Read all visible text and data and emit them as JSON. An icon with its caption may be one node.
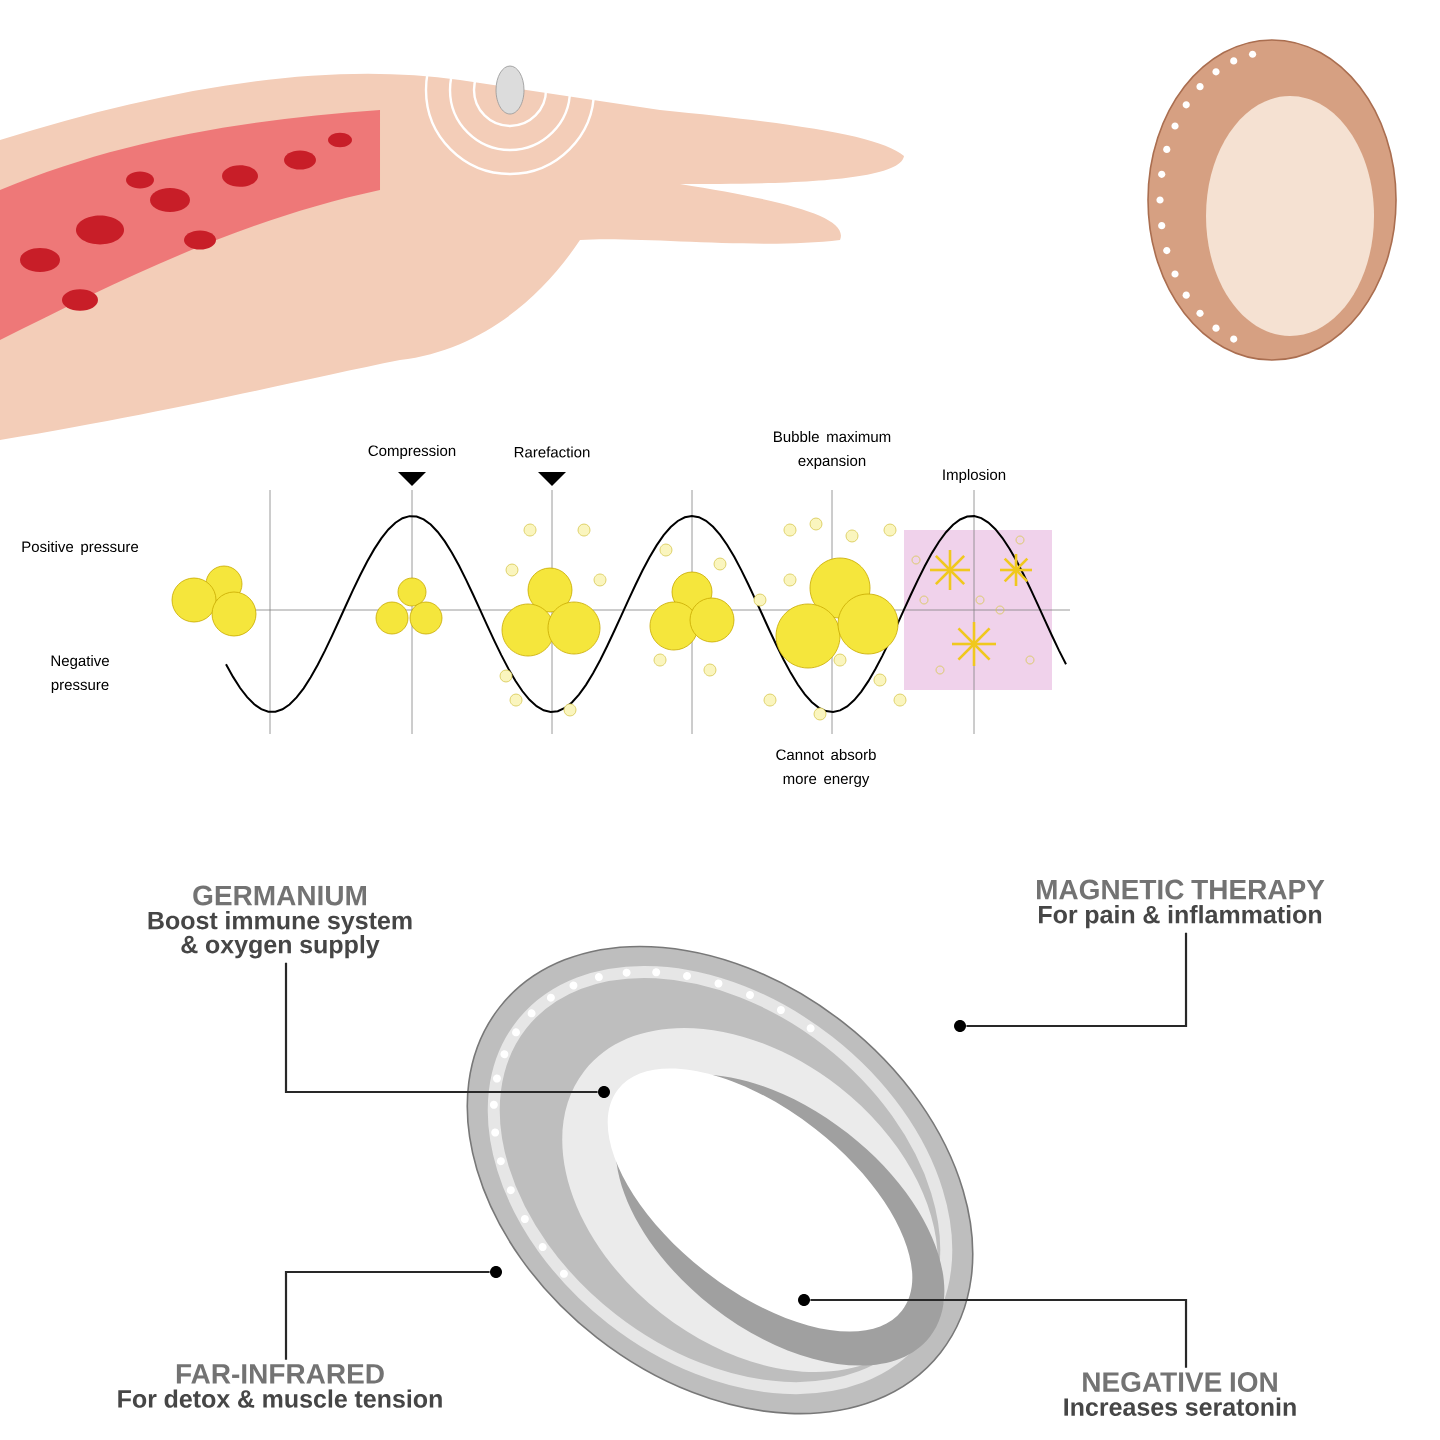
{
  "diagram": {
    "nodes": [
      {
        "text": [
          "GERMANIUM",
          "Boost immune system & oxygen supply"
        ]
      },
      {
        "text": [
          "MAGNETIC THERAPY",
          "For pain & inflammation"
        ]
      },
      {
        "text": [
          "FAR-INFRARED",
          "For detox & muscle tension"
        ]
      },
      {
        "text": [
          "NEGATIVE ION",
          "Increases seratonin"
        ]
      },
      {
        "text": [],
        "shape": "circle"
      },
      {
        "text": [],
        "shape": "circle"
      },
      {
        "text": [],
        "shape": "circle"
      },
      {
        "text": [],
        "shape": "circle"
      }
    ],
    "edges": [
      {
        "from": 0,
        "to": 4,
        "arrow": "none"
      },
      {
        "from": 1,
        "to": 5,
        "arrow": "none"
      },
      {
        "from": 2,
        "to": 6,
        "arrow": "none"
      },
      {
        "from": 3,
        "to": 7,
        "arrow": "none"
      }
    ],
    "labels": [
      "Compression",
      "Rarefaction",
      "Bubble maximum expansion",
      "Implosion",
      "Positive pressure",
      "Negative pressure",
      "Cannot absorb more energy"
    ]
  }
}
